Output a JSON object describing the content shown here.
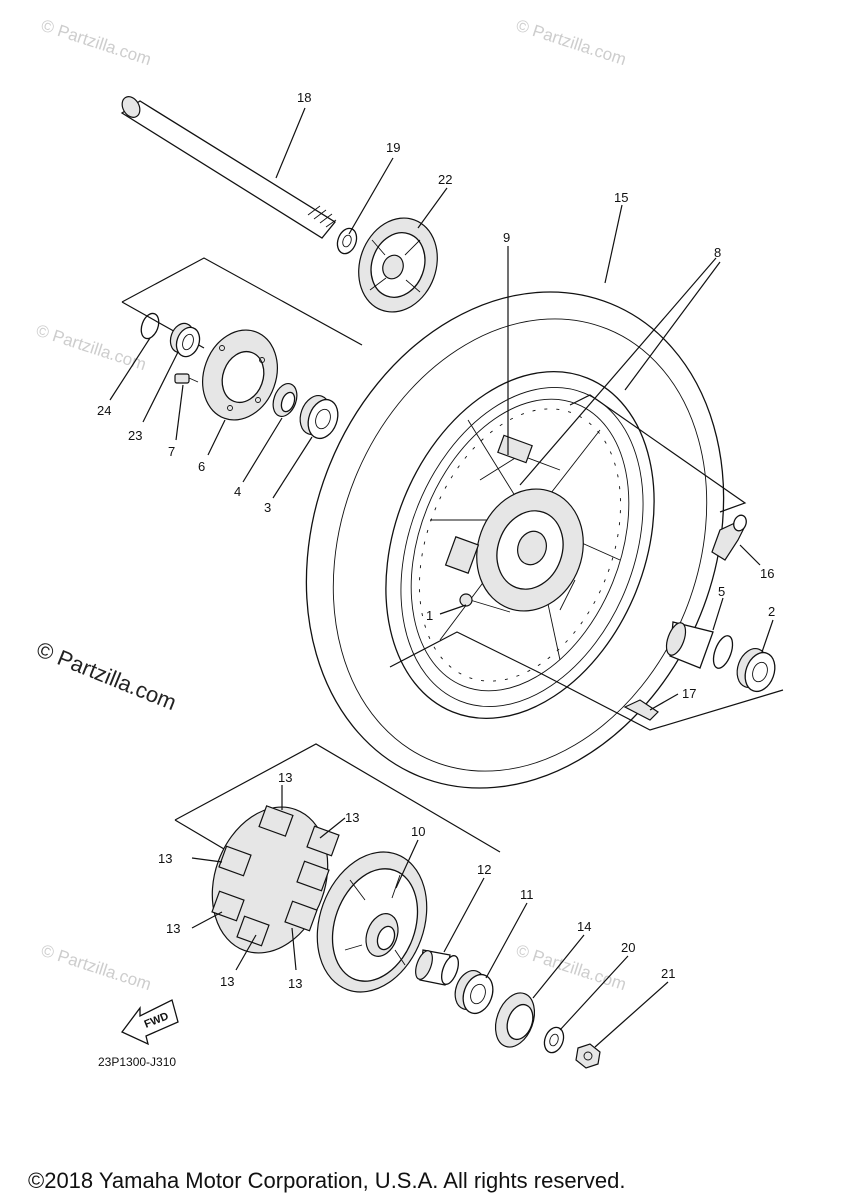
{
  "callouts": [
    {
      "id": "1",
      "text": "1"
    },
    {
      "id": "2",
      "text": "2"
    },
    {
      "id": "3",
      "text": "3"
    },
    {
      "id": "4",
      "text": "4"
    },
    {
      "id": "5",
      "text": "5"
    },
    {
      "id": "6",
      "text": "6"
    },
    {
      "id": "7",
      "text": "7"
    },
    {
      "id": "8",
      "text": "8"
    },
    {
      "id": "9",
      "text": "9"
    },
    {
      "id": "10",
      "text": "10"
    },
    {
      "id": "11",
      "text": "11"
    },
    {
      "id": "12",
      "text": "12"
    },
    {
      "id": "13a",
      "text": "13"
    },
    {
      "id": "13b",
      "text": "13"
    },
    {
      "id": "13c",
      "text": "13"
    },
    {
      "id": "13d",
      "text": "13"
    },
    {
      "id": "13e",
      "text": "13"
    },
    {
      "id": "13f",
      "text": "13"
    },
    {
      "id": "14",
      "text": "14"
    },
    {
      "id": "15",
      "text": "15"
    },
    {
      "id": "16",
      "text": "16"
    },
    {
      "id": "17",
      "text": "17"
    },
    {
      "id": "18",
      "text": "18"
    },
    {
      "id": "19",
      "text": "19"
    },
    {
      "id": "20",
      "text": "20"
    },
    {
      "id": "21",
      "text": "21"
    },
    {
      "id": "22",
      "text": "22"
    },
    {
      "id": "23",
      "text": "23"
    },
    {
      "id": "24",
      "text": "24"
    }
  ],
  "fwd_label": "FWD",
  "diagram_code": "23P1300-J310",
  "watermark": {
    "big": "© Partzilla.com",
    "small": "© Partzilla.com"
  },
  "copyright": "©2018 Yamaha Motor Corporation, U.S.A. All rights reserved."
}
